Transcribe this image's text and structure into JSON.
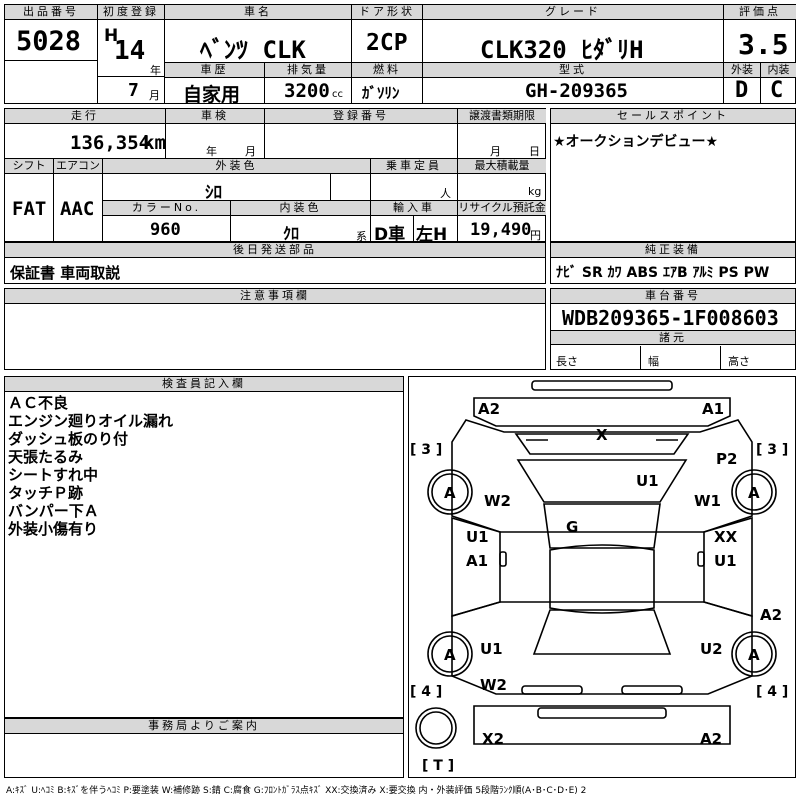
{
  "header": {
    "lot_label": "出品番号",
    "lot": "5028",
    "first_reg_label": "初度登録",
    "era": "H",
    "year": "14",
    "year_unit": "年",
    "month": "7",
    "month_unit": "月",
    "name_label": "車名",
    "name": "ﾍﾞﾝﾂ CLK",
    "door_label": "ドア形状",
    "door": "2CP",
    "grade_label": "グレード",
    "grade": "CLK320 ﾋﾀﾞﾘH",
    "score_label": "評価点",
    "score": "3.5",
    "history_label": "車歴",
    "history": "自家用",
    "cc_label": "排気量",
    "cc": "3200",
    "cc_unit": "cc",
    "fuel_label": "燃料",
    "fuel": "ｶﾞｿﾘﾝ",
    "model_label": "型式",
    "model": "GH-209365",
    "ext_label": "外装",
    "ext": "D",
    "int_label": "内装",
    "int": "C"
  },
  "row2": {
    "mileage_label": "走行",
    "mileage": "136,354",
    "mileage_unit": "km",
    "inspection_label": "車検",
    "insp_year_unit": "年",
    "insp_month_unit": "月",
    "reg_label": "登録番号",
    "transfer_label": "譲渡書類期限",
    "transfer_month_unit": "月",
    "transfer_day_unit": "日",
    "sales_label": "セールスポイント",
    "sales": "★オークションデビュー★"
  },
  "row3": {
    "shift_label": "シフト",
    "shift": "FAT",
    "ac_label": "エアコン",
    "ac": "AAC",
    "color_label": "外装色",
    "color": "ｼﾛ",
    "capacity_label": "乗車定員",
    "capacity_unit": "人",
    "load_label": "最大積載量",
    "load_unit": "kg",
    "color_no_label": "カラーNo.",
    "color_no": "960",
    "interior_label": "内装色",
    "interior": "ｸﾛ",
    "interior_unit": "系",
    "import_label": "輸入車",
    "import": "D車",
    "handle": "左H",
    "recycle_label": "リサイクル預託金",
    "recycle": "19,490",
    "recycle_unit": "円"
  },
  "docs": {
    "label": "後日発送部品",
    "value": "保証書 車両取説"
  },
  "equipment": {
    "label": "純正装備",
    "value": "ﾅﾋﾞ SR ｶﾜ ABS ｴｱB ｱﾙﾐ PS PW"
  },
  "caution": {
    "label": "注意事項欄"
  },
  "chassis": {
    "label": "車台番号",
    "value": "WDB209365-1F008603"
  },
  "dims": {
    "label": "諸元",
    "length": "長さ",
    "width": "幅",
    "height": "高さ"
  },
  "inspector": {
    "label": "検査員記入欄",
    "lines": [
      "ＡＣ不良",
      "エンジン廻りオイル漏れ",
      "ダッシュ板のり付",
      "天張たるみ",
      "シートすれ中",
      "タッチＰ跡",
      "バンパー下Ａ",
      "外装小傷有り"
    ]
  },
  "office": {
    "label": "事務局よりご案内"
  },
  "diagram": {
    "marks": {
      "a2_tl": "A2",
      "a1_tr": "A1",
      "x_top": "X",
      "u1_hood": "U1",
      "p2": "P2",
      "w2": "W2",
      "w1": "W1",
      "g": "G",
      "u1_l": "U1",
      "a1_l": "A1",
      "xx_r": "XX",
      "u1_r": "U1",
      "a2_r": "A2",
      "u1_lr": "U1",
      "u2_r": "U2",
      "w2_lr": "W2",
      "x2": "X2",
      "a2_b": "A2",
      "tire_a": "A"
    },
    "corners": {
      "tl": "[ 3 ]",
      "tr": "[ 3 ]",
      "bl": "[ 4 ]",
      "br": "[ 4 ]",
      "spare": "[ T ]"
    }
  },
  "legend": "A:ｷｽﾞ U:ﾍｺﾐ B:ｷｽﾞを伴うﾍｺﾐ P:要塗装 W:補修跡 S:錆 C:腐食 G:ﾌﾛﾝﾄｶﾞﾗｽ点ｷｽﾞ XX:交換済み X:要交換 内・外装評価 5段階ﾗﾝｸ順(A･B･C･D･E) 2"
}
